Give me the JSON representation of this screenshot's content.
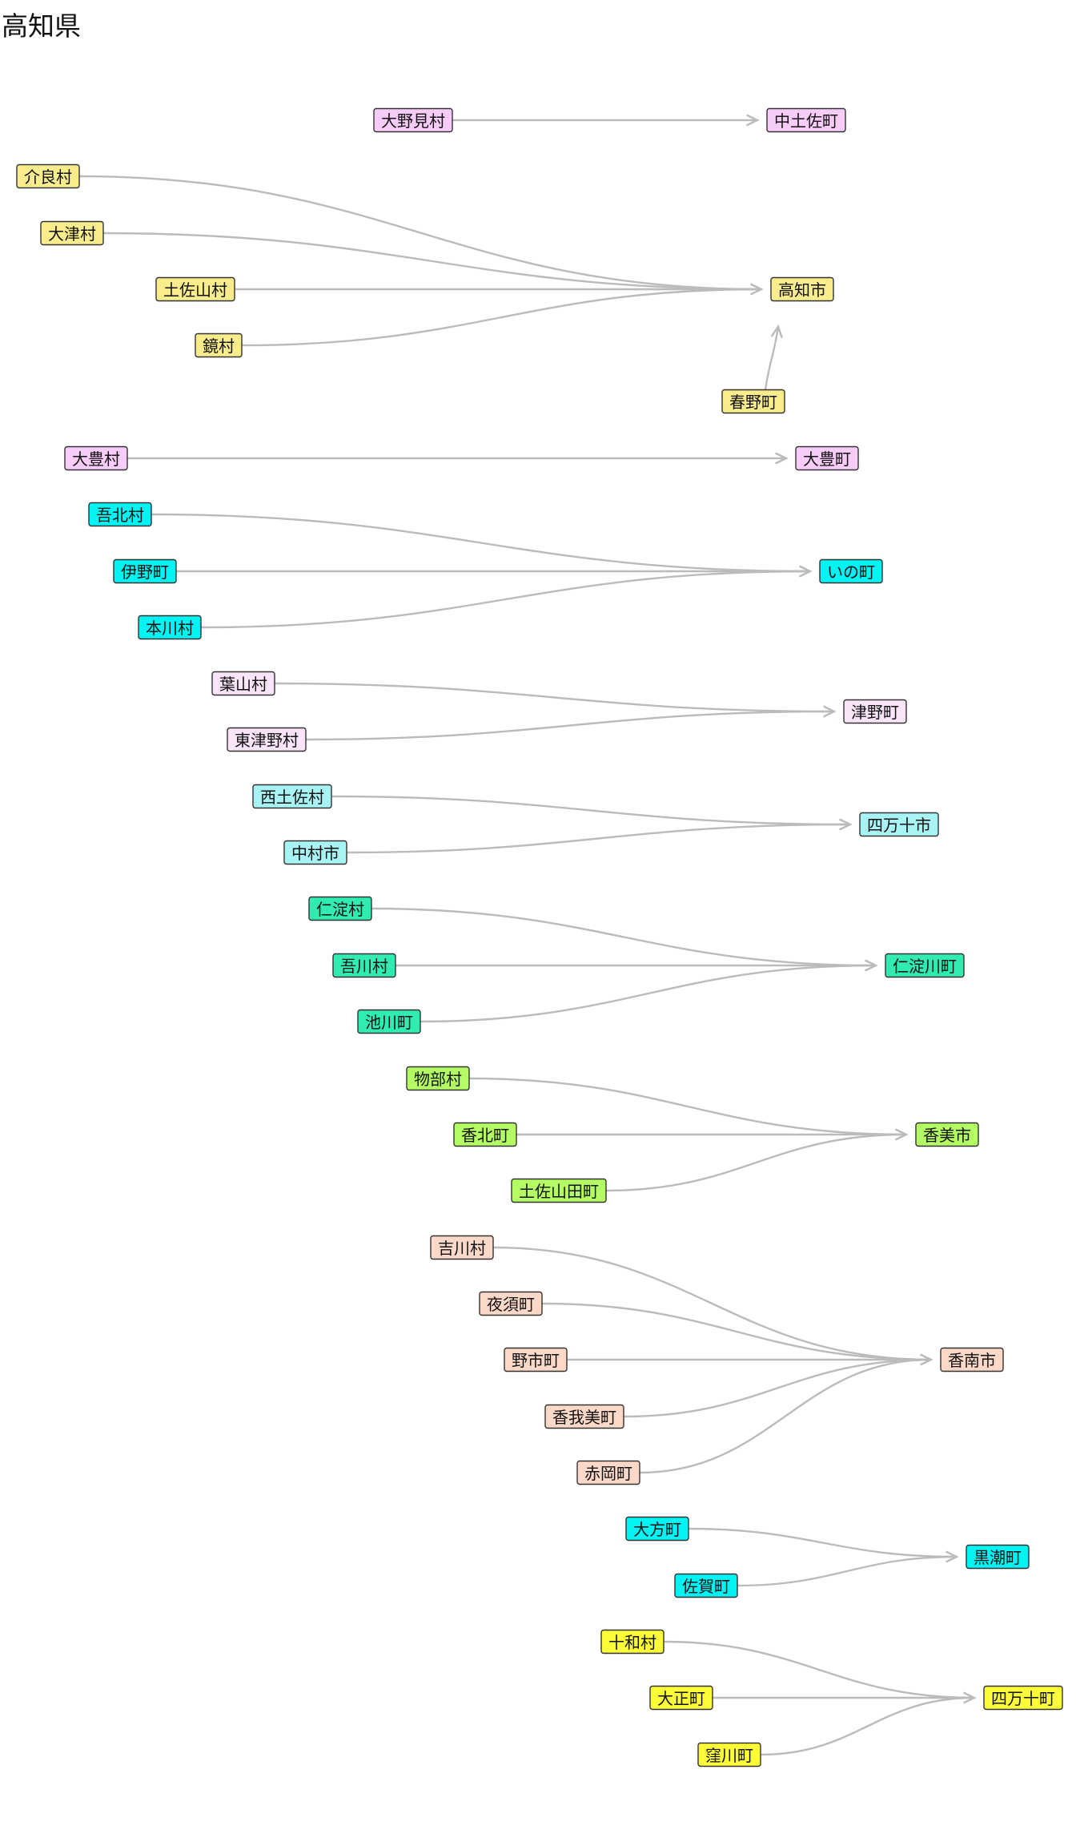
{
  "title": "高知県",
  "groups": [
    {
      "color": "#f8ccf8",
      "target": {
        "label": "中土佐町"
      },
      "sources": [
        {
          "label": "大野見村"
        }
      ]
    },
    {
      "color": "#f8ec8c",
      "target": {
        "label": "高知市"
      },
      "sources": [
        {
          "label": "介良村"
        },
        {
          "label": "大津村"
        },
        {
          "label": "土佐山村"
        },
        {
          "label": "鏡村"
        },
        {
          "label": "春野町"
        }
      ]
    },
    {
      "color": "#f8ccf8",
      "target": {
        "label": "大豊町"
      },
      "sources": [
        {
          "label": "大豊村"
        }
      ]
    },
    {
      "color": "#00f4f4",
      "target": {
        "label": "いの町"
      },
      "sources": [
        {
          "label": "吾北村"
        },
        {
          "label": "伊野町"
        },
        {
          "label": "本川村"
        }
      ]
    },
    {
      "color": "#fae4fa",
      "target": {
        "label": "津野町"
      },
      "sources": [
        {
          "label": "葉山村"
        },
        {
          "label": "東津野村"
        }
      ]
    },
    {
      "color": "#a8f4f4",
      "target": {
        "label": "四万十市"
      },
      "sources": [
        {
          "label": "西土佐村"
        },
        {
          "label": "中村市"
        }
      ]
    },
    {
      "color": "#30ecb0",
      "target": {
        "label": "仁淀川町"
      },
      "sources": [
        {
          "label": "仁淀村"
        },
        {
          "label": "吾川村"
        },
        {
          "label": "池川町"
        }
      ]
    },
    {
      "color": "#b4fc64",
      "target": {
        "label": "香美市"
      },
      "sources": [
        {
          "label": "物部村"
        },
        {
          "label": "香北町"
        },
        {
          "label": "土佐山田町"
        }
      ]
    },
    {
      "color": "#fcd8c8",
      "target": {
        "label": "香南市"
      },
      "sources": [
        {
          "label": "吉川村"
        },
        {
          "label": "夜須町"
        },
        {
          "label": "野市町"
        },
        {
          "label": "香我美町"
        },
        {
          "label": "赤岡町"
        }
      ]
    },
    {
      "color": "#00f4f4",
      "target": {
        "label": "黒潮町"
      },
      "sources": [
        {
          "label": "大方町"
        },
        {
          "label": "佐賀町"
        }
      ]
    },
    {
      "color": "#fcfc38",
      "target": {
        "label": "四万十町"
      },
      "sources": [
        {
          "label": "十和村"
        },
        {
          "label": "大正町"
        },
        {
          "label": "窪川町"
        }
      ]
    }
  ]
}
